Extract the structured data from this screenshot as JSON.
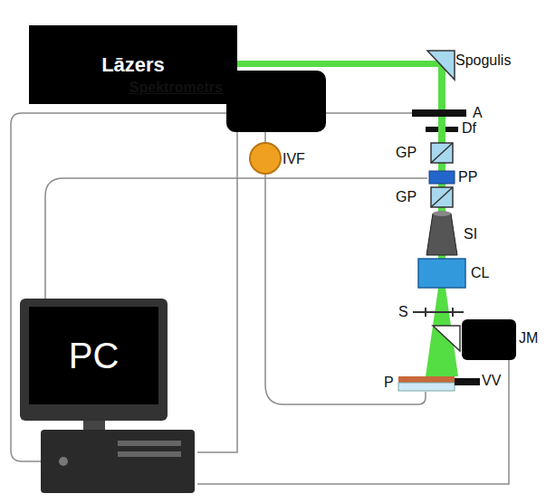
{
  "diagram": {
    "nodes": [
      {
        "text": [
          "Lāzers"
        ]
      },
      {
        "text": [
          "Spektrometrs"
        ]
      },
      {
        "text": [
          "IVF"
        ]
      },
      {
        "text": [
          "PC"
        ]
      },
      {
        "text": [
          "JM"
        ]
      }
    ],
    "edges": [
      {
        "from": 1,
        "to": 2,
        "arrow": "none"
      },
      {
        "from": 1,
        "to": 3,
        "arrow": "none"
      },
      {
        "from": 4,
        "to": 3,
        "arrow": "none"
      }
    ],
    "labels": [
      "Spogulis",
      "A",
      "Df",
      "GP",
      "PP",
      "GP",
      "SI",
      "CL",
      "S",
      "P",
      "VV"
    ]
  }
}
